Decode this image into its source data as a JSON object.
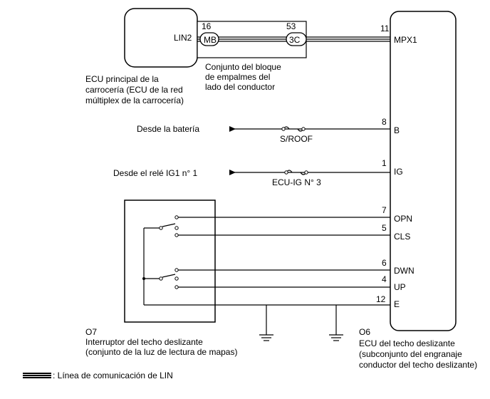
{
  "ecu_main": {
    "label_lines": [
      "ECU principal de la",
      "carrocería (ECU de la red",
      "múltiplex de la carrocería)"
    ],
    "terminal": "LIN2"
  },
  "junction": {
    "label_lines": [
      "Conjunto del bloque",
      "de empalmes del",
      "lado del conductor"
    ],
    "connector_in": "MB",
    "pin_in": "16",
    "connector_out": "3C",
    "pin_out": "53"
  },
  "ecu_sunroof": {
    "code": "O6",
    "label_lines": [
      "ECU del techo deslizante",
      "(subconjunto del engranaje",
      "conductor del techo deslizante)"
    ],
    "terminals": [
      {
        "pin": "11",
        "name": "MPX1"
      },
      {
        "pin": "8",
        "name": "B"
      },
      {
        "pin": "1",
        "name": "IG"
      },
      {
        "pin": "7",
        "name": "OPN"
      },
      {
        "pin": "5",
        "name": "CLS"
      },
      {
        "pin": "6",
        "name": "DWN"
      },
      {
        "pin": "4",
        "name": "UP"
      },
      {
        "pin": "12",
        "name": "E"
      }
    ]
  },
  "supplies": [
    {
      "source": "Desde la batería",
      "fuse": "S/ROOF"
    },
    {
      "source": "Desde el relé IG1 n° 1",
      "fuse": "ECU-IG N° 3"
    }
  ],
  "switch": {
    "code": "O7",
    "label_lines": [
      "Interruptor del techo deslizante",
      "(conjunto de la luz de lectura de mapas)"
    ]
  },
  "legend": {
    "text": ": Línea de comunicación de LIN"
  }
}
